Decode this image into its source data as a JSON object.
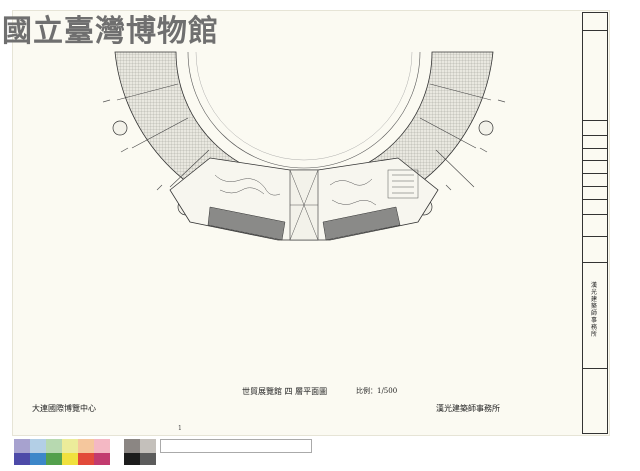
{
  "header": {
    "logo_text": "國立臺灣博物館"
  },
  "drawing": {
    "title": "世貿展覽館 四 層平面圖",
    "scale": "比例：1/500",
    "client": "大連國際博覽中心",
    "firm": "漢光建築師事務所",
    "page_number": "1"
  },
  "title_block": {
    "firm_vertical": "漢光建築師事務所"
  },
  "color_bar": {
    "top": [
      "#a7a2cf",
      "#b3cfe6",
      "#b7d9b0",
      "#ecec9a",
      "#f5c79d",
      "#f4b8c4"
    ],
    "bottom": [
      "#4d4aa8",
      "#3c87c9",
      "#53a04c",
      "#f0e13e",
      "#e24a3a",
      "#c23b6f"
    ],
    "gray_top": [
      "#8b8683",
      "#c4c0bb"
    ],
    "gray_bottom": [
      "#1c1c1c",
      "#5c5c5c"
    ]
  }
}
